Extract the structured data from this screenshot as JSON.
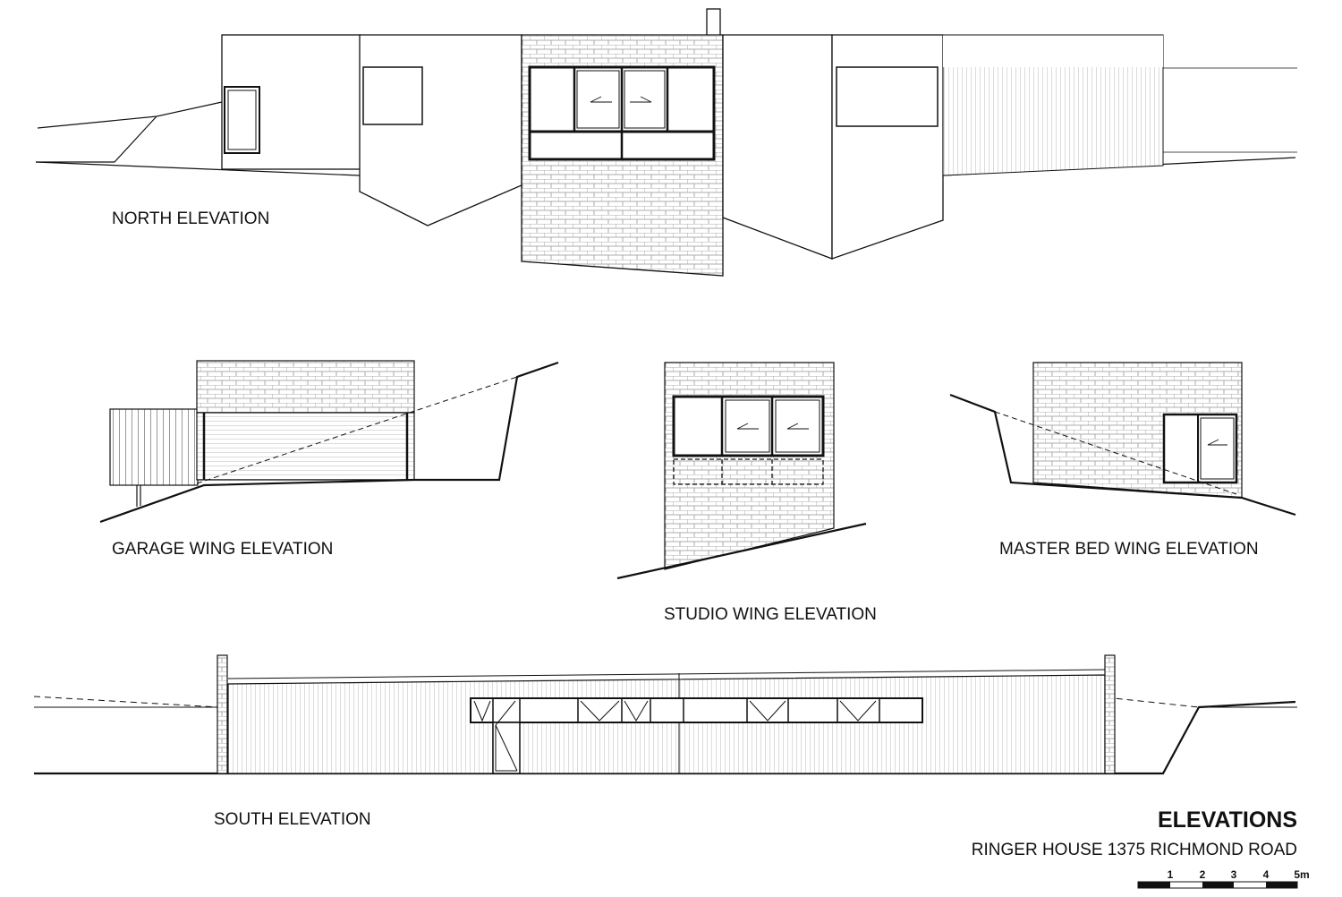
{
  "labels": {
    "north": "NORTH ELEVATION",
    "garage": "GARAGE WING ELEVATION",
    "studio": "STUDIO WING ELEVATION",
    "master": "MASTER BED WING ELEVATION",
    "south": "SOUTH ELEVATION"
  },
  "title_block": {
    "title": "ELEVATIONS",
    "subtitle": "RINGER HOUSE 1375 RICHMOND ROAD"
  },
  "scale_bar": {
    "ticks": [
      "1",
      "2",
      "3",
      "4",
      "5m"
    ]
  }
}
